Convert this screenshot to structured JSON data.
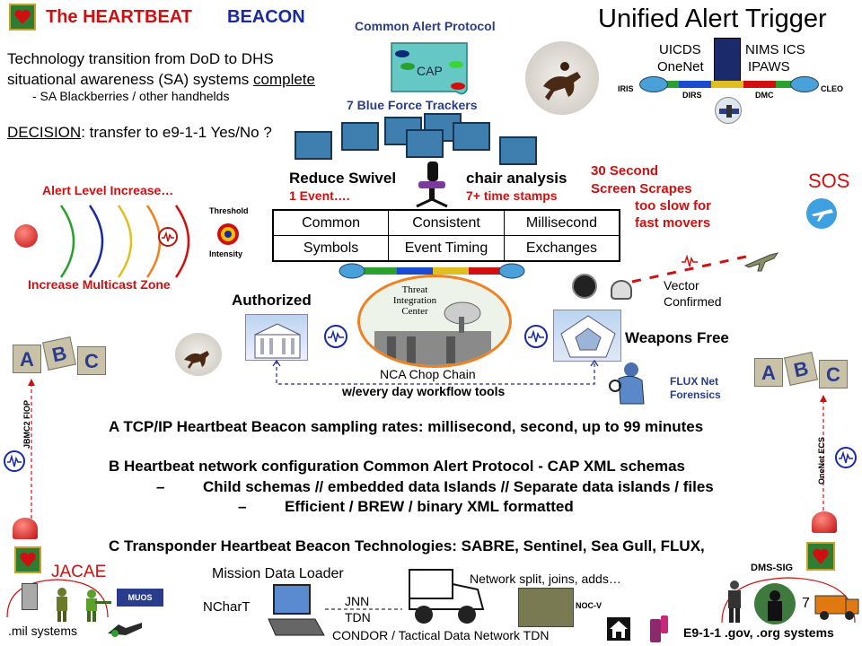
{
  "header": {
    "title_red": "The HEARTBEAT",
    "title_blue": "BEACON",
    "main_title": "Unified Alert Trigger",
    "cap_protocol": "Common Alert Protocol"
  },
  "intro": {
    "line1": "Technology transition from DoD to DHS",
    "line2a": "situational awareness (SA) systems ",
    "line2b": "complete",
    "line3": "- SA Blackberries / other handhelds",
    "decision_label": "DECISION",
    "decision_text": ": transfer to e9-1-1 Yes/No ?"
  },
  "cap_box": {
    "label": "CAP"
  },
  "trackers": {
    "label": "7 Blue Force Trackers"
  },
  "swivel": {
    "reduce": "Reduce Swivel",
    "one_event": "1 Event….",
    "chair": "chair analysis",
    "stamps": "7+ time stamps"
  },
  "scrapes": {
    "l1": "30 Second",
    "l2": "Screen Scrapes",
    "l3": "too slow for",
    "l4": "fast movers"
  },
  "sos": "SOS",
  "alert_level": {
    "increase": "Alert Level Increase…",
    "threshold": "Threshold",
    "intensity": "Intensity",
    "multicast": "Increase Multicast Zone"
  },
  "table": {
    "row1": [
      "Common",
      "Consistent",
      "Millisecond"
    ],
    "row2": [
      "Symbols",
      "Event Timing",
      "Exchanges"
    ]
  },
  "center": {
    "authorized": "Authorized",
    "tic": "Threat Integration Center",
    "weapons_free": "Weapons Free",
    "vector1": "Vector",
    "vector2": "Confirmed",
    "nca": "NCA Chop Chain",
    "workflow": "w/every day workflow tools",
    "flux1": "FLUX Net",
    "flux2": "Forensics"
  },
  "network": {
    "uicds": "UICDS",
    "onenet": "OneNet",
    "nims": "NIMS ICS",
    "ipaws": "IPAWS",
    "iris": "IRIS",
    "dirs": "DIRS",
    "dmc": "DMC",
    "cleo": "CLEO"
  },
  "blocks": {
    "letters": [
      "A",
      "B",
      "C"
    ]
  },
  "bullets": {
    "a": "A TCP/IP Heartbeat Beacon sampling rates: millisecond, second, up to 99 minutes",
    "b": "B Heartbeat network configuration Common Alert Protocol - CAP  XML schemas",
    "b1": "Child schemas // embedded data Islands // Separate data islands / files",
    "b2": "Efficient / BREW / binary XML formatted",
    "dash": "–",
    "c": "C Transponder Heartbeat Beacon Technologies:  SABRE, Sentinel, Sea Gull, FLUX,"
  },
  "bottom": {
    "mdl": "Mission Data Loader",
    "ncharT": "NCharT",
    "jnn": "JNN",
    "tdn": "TDN",
    "condor": "CONDOR / Tactical Data Network TDN",
    "netsplit": "Network split, joins, adds…",
    "nocv": "NOC-V",
    "jacae": "JACAE",
    "muos": "MUOS",
    "milsys": ".mil systems",
    "dms": "DMS-SIG",
    "seven": "7",
    "e911": "E9-1-1 .gov, .org systems",
    "jbmc2": "JBMC2  FIOP",
    "onenet_ecs": "OneNet  ECS"
  },
  "colors": {
    "red": "#d01010",
    "blue": "#1a2aa0",
    "navy": "#2a3c8c"
  }
}
